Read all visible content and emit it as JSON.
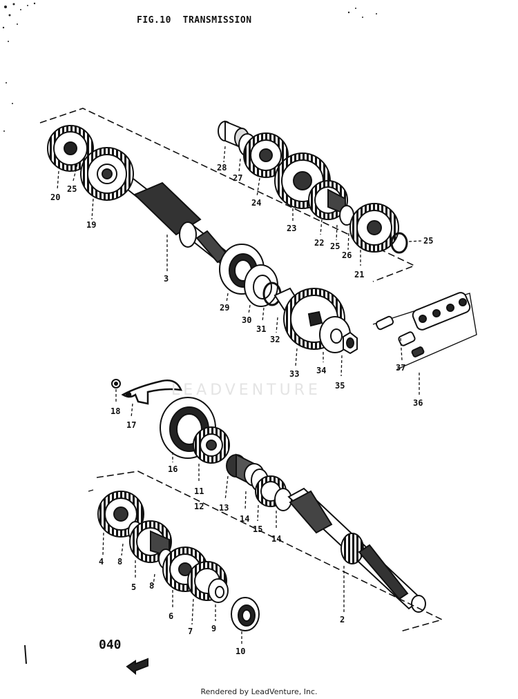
{
  "title": "FIG.10  TRANSMISSION",
  "page_number": "040",
  "watermark": "LEADVENTURE",
  "footer": "Rendered by LeadVenture, Inc.",
  "callouts": {
    "c20": "20",
    "c25a": "25",
    "c19": "19",
    "c3": "3",
    "c28": "28",
    "c27": "27",
    "c24": "24",
    "c23": "23",
    "c22": "22",
    "c25b": "25",
    "c26": "26",
    "c21": "21",
    "c25c": "25",
    "c29": "29",
    "c30": "30",
    "c31": "31",
    "c32": "32",
    "c33": "33",
    "c34": "34",
    "c35": "35",
    "c37": "37",
    "c36": "36",
    "c18": "18",
    "c17": "17",
    "c16": "16",
    "c11": "11",
    "c12": "12",
    "c13": "13",
    "c14a": "14",
    "c15": "15",
    "c14b": "14",
    "c4": "4",
    "c8a": "8",
    "c5": "5",
    "c8b": "8",
    "c6": "6",
    "c7": "7",
    "c9": "9",
    "c10": "10",
    "c2": "2"
  },
  "colors": {
    "ink": "#111111",
    "paper": "#ffffff",
    "watermark": "#e4e4e4"
  }
}
